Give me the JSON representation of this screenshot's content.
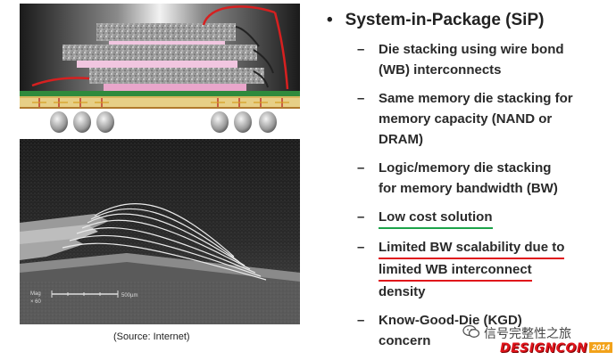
{
  "slide": {
    "main_bullet": "System-in-Package (SiP)",
    "sub_bullets": [
      {
        "lines": [
          "Die stacking using wire bond",
          "(WB) interconnects"
        ]
      },
      {
        "lines": [
          "Same memory die stacking for",
          "memory capacity (NAND or",
          "DRAM)"
        ]
      },
      {
        "lines": [
          "Logic/memory die stacking",
          "for memory bandwidth (BW)"
        ]
      },
      {
        "lines": [
          "Low cost solution"
        ]
      },
      {
        "lines": [
          "Limited BW scalability due to",
          "limited WB interconnect",
          "density"
        ]
      },
      {
        "lines": [
          "Know-Good-Die (KGD)",
          "concern"
        ]
      }
    ],
    "source_caption": "(Source: Internet)",
    "sem_scale_label": "500µm",
    "sem_mag_label": "Mag",
    "sem_mag_value": "× 60"
  },
  "watermark": {
    "text": "信号完整性之旅",
    "logo_brand": "DESIGNCON",
    "logo_year": "2014"
  },
  "colors": {
    "underline_green": "#1da34a",
    "underline_red": "#e0141b",
    "wire_red": "#d62020"
  },
  "icons": [
    "bullet-dot-icon",
    "dash-icon",
    "wechat-icon"
  ]
}
